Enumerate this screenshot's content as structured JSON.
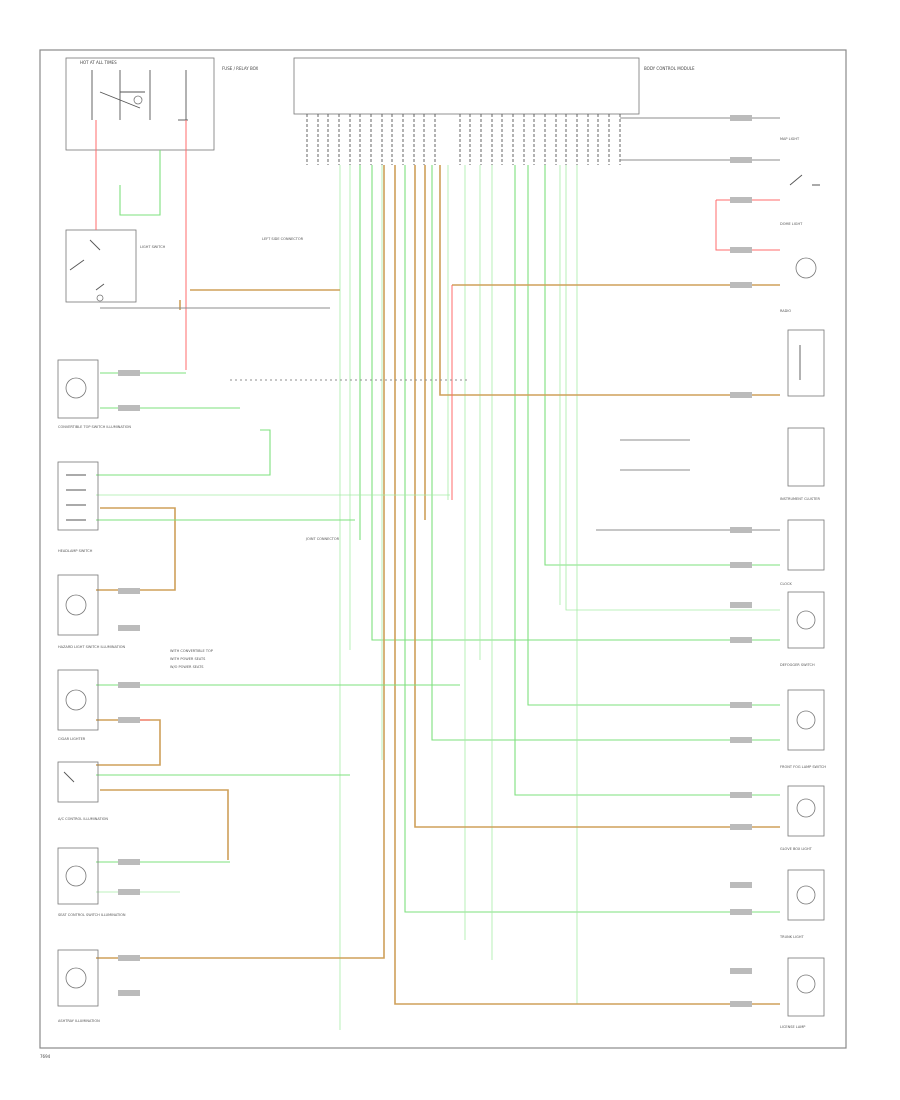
{
  "diagram": {
    "footer_code": "7694",
    "top_left_box": "HOT AT ALL TIMES",
    "top_labels": {
      "fuse_block": "FUSE / RELAY BOX",
      "bus_module": "BODY CONTROL MODULE",
      "left_connector": "LEFT SIDE CONNECTOR",
      "lamp_switch": "LIGHT SWITCH",
      "joint": "JOINT CONNECTOR"
    },
    "left_components": [
      "CONVERTIBLE TOP SWITCH ILLUMINATION",
      "HEADLAMP SWITCH",
      "HAZARD LIGHT SWITCH ILLUMINATION",
      "CIGAR LIGHTER",
      "A/C CONTROL ILLUMINATION",
      "SEAT CONTROL SWITCH ILLUMINATION",
      "ASHTRAY ILLUMINATION"
    ],
    "right_components": [
      "MAP LIGHT",
      "DOME LIGHT",
      "RADIO",
      "INSTRUMENT CLUSTER",
      "CLOCK",
      "DEFOGGER SWITCH",
      "FRONT FOG LAMP SWITCH",
      "GLOVE BOX LIGHT",
      "TRUNK LIGHT",
      "LICENSE LAMP"
    ],
    "notes": [
      "WITH CONVERTIBLE TOP",
      "WITH POWER SEATS",
      "W/O POWER SEATS"
    ],
    "wire_colors": {
      "green": "#7ee07e",
      "orange": "#cfa05a",
      "red": "#ff6b6b",
      "gray": "#8d8d8d"
    }
  }
}
